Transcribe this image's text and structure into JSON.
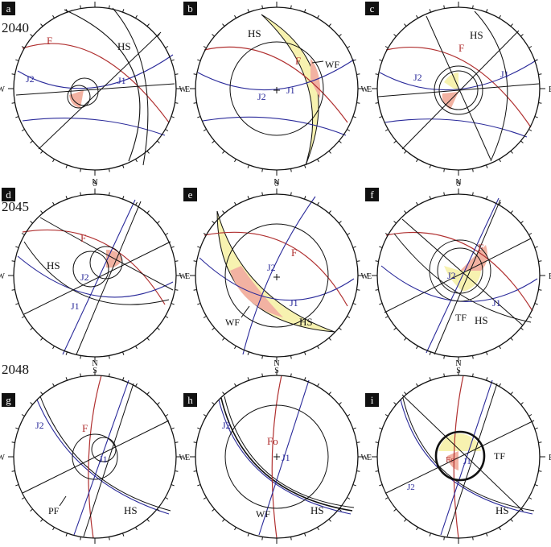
{
  "rows": [
    {
      "year": "2040",
      "panels": [
        "a",
        "b",
        "c"
      ]
    },
    {
      "year": "2045",
      "panels": [
        "d",
        "e",
        "f"
      ]
    },
    {
      "year": "2048",
      "panels": [
        "g",
        "h",
        "i"
      ]
    }
  ],
  "compass": {
    "n": "N",
    "s": "S",
    "e": "E",
    "w": "W"
  },
  "colors": {
    "fault": "#b03030",
    "joint": "#2a2a9a",
    "black": "#111111",
    "wedge_fill": "#f2b2a2",
    "slide_fill": "#f7f2b0"
  },
  "panels": [
    {
      "id": "a",
      "labels": [
        {
          "t": "F",
          "c": "fault"
        },
        {
          "t": "HS",
          "c": "black"
        },
        {
          "t": "J2",
          "c": "joint"
        },
        {
          "t": "J1",
          "c": "joint"
        }
      ]
    },
    {
      "id": "b",
      "labels": [
        {
          "t": "HS",
          "c": "black"
        },
        {
          "t": "F",
          "c": "fault"
        },
        {
          "t": "WF",
          "c": "black"
        },
        {
          "t": "J2",
          "c": "joint"
        },
        {
          "t": "J1",
          "c": "joint"
        }
      ]
    },
    {
      "id": "c",
      "labels": [
        {
          "t": "HS",
          "c": "black"
        },
        {
          "t": "F",
          "c": "fault"
        },
        {
          "t": "J2",
          "c": "joint"
        },
        {
          "t": "J1",
          "c": "joint"
        }
      ]
    },
    {
      "id": "d",
      "labels": [
        {
          "t": "F",
          "c": "fault"
        },
        {
          "t": "HS",
          "c": "black"
        },
        {
          "t": "J2",
          "c": "joint"
        },
        {
          "t": "J1",
          "c": "joint"
        }
      ]
    },
    {
      "id": "e",
      "labels": [
        {
          "t": "J2",
          "c": "joint"
        },
        {
          "t": "F",
          "c": "fault"
        },
        {
          "t": "J1",
          "c": "joint"
        },
        {
          "t": "WF",
          "c": "black"
        },
        {
          "t": "HS",
          "c": "black"
        }
      ]
    },
    {
      "id": "f",
      "labels": [
        {
          "t": "F",
          "c": "fault"
        },
        {
          "t": "J2",
          "c": "joint"
        },
        {
          "t": "J1",
          "c": "joint"
        },
        {
          "t": "TF",
          "c": "black"
        },
        {
          "t": "HS",
          "c": "black"
        }
      ]
    },
    {
      "id": "g",
      "labels": [
        {
          "t": "J2",
          "c": "joint"
        },
        {
          "t": "F",
          "c": "fault"
        },
        {
          "t": "J1",
          "c": "joint"
        },
        {
          "t": "PF",
          "c": "black"
        },
        {
          "t": "HS",
          "c": "black"
        }
      ]
    },
    {
      "id": "h",
      "labels": [
        {
          "t": "J2",
          "c": "joint"
        },
        {
          "t": "Fo",
          "c": "fault"
        },
        {
          "t": "J1",
          "c": "joint"
        },
        {
          "t": "WF",
          "c": "black"
        },
        {
          "t": "HS",
          "c": "black"
        }
      ]
    },
    {
      "id": "i",
      "labels": [
        {
          "t": "Fo",
          "c": "fault"
        },
        {
          "t": "J1",
          "c": "joint"
        },
        {
          "t": "TF",
          "c": "black"
        },
        {
          "t": "J2",
          "c": "joint"
        },
        {
          "t": "HS",
          "c": "black"
        }
      ]
    }
  ]
}
